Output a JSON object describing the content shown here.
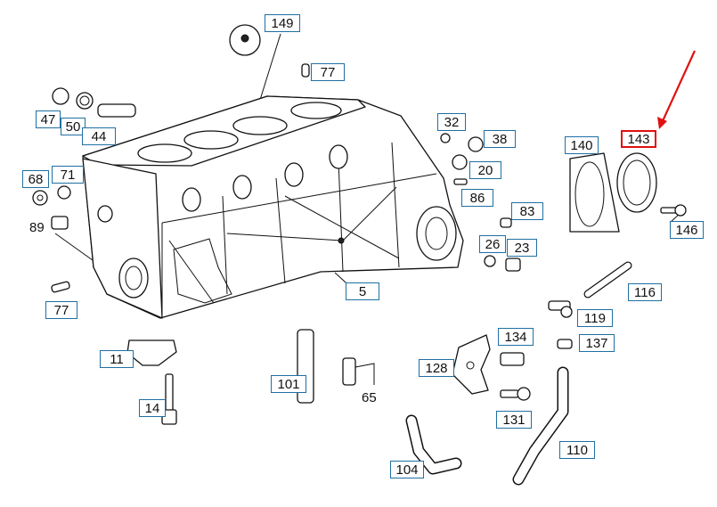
{
  "diagram": {
    "highlighted_label": "143",
    "arrow_color": "#e01010",
    "box_color": "#1f6fa3",
    "labels": [
      {
        "id": "149",
        "text": "149"
      },
      {
        "id": "77a",
        "text": "77"
      },
      {
        "id": "47",
        "text": "47"
      },
      {
        "id": "50",
        "text": "50"
      },
      {
        "id": "44",
        "text": "44"
      },
      {
        "id": "32",
        "text": "32"
      },
      {
        "id": "38",
        "text": "38"
      },
      {
        "id": "20",
        "text": "20"
      },
      {
        "id": "86",
        "text": "86"
      },
      {
        "id": "140",
        "text": "140"
      },
      {
        "id": "143",
        "text": "143"
      },
      {
        "id": "68",
        "text": "68"
      },
      {
        "id": "71",
        "text": "71"
      },
      {
        "id": "89",
        "text": "89"
      },
      {
        "id": "83",
        "text": "83"
      },
      {
        "id": "146",
        "text": "146"
      },
      {
        "id": "26",
        "text": "26"
      },
      {
        "id": "23",
        "text": "23"
      },
      {
        "id": "77b",
        "text": "77"
      },
      {
        "id": "5",
        "text": "5"
      },
      {
        "id": "116",
        "text": "116"
      },
      {
        "id": "119",
        "text": "119"
      },
      {
        "id": "11",
        "text": "11"
      },
      {
        "id": "134",
        "text": "134"
      },
      {
        "id": "137",
        "text": "137"
      },
      {
        "id": "101",
        "text": "101"
      },
      {
        "id": "128",
        "text": "128"
      },
      {
        "id": "65",
        "text": "65"
      },
      {
        "id": "14",
        "text": "14"
      },
      {
        "id": "131",
        "text": "131"
      },
      {
        "id": "110",
        "text": "110"
      },
      {
        "id": "104",
        "text": "104"
      }
    ]
  }
}
